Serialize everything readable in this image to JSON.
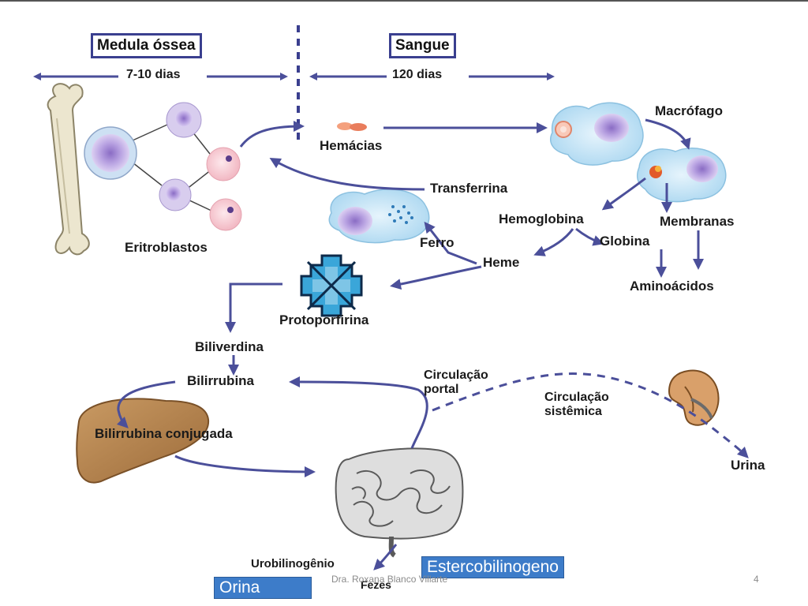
{
  "diagram": {
    "compartments": {
      "marrow": "Medula óssea",
      "blood": "Sangue",
      "marrow_duration": "7-10 dias",
      "blood_duration": "120 dias"
    },
    "labels": {
      "erythroblasts": "Eritroblastos",
      "red_cells": "Hemácias",
      "macrophage": "Macrófago",
      "transferrin": "Transferrina",
      "hemoglobin": "Hemoglobina",
      "membranes": "Membranas",
      "iron": "Ferro",
      "globin": "Globina",
      "heme": "Heme",
      "amino_acids": "Aminoácidos",
      "protoporphyrin": "Protoporfirina",
      "biliverdin": "Biliverdina",
      "bilirubin": "Bilirrubina",
      "portal_circulation_1": "Circulação",
      "portal_circulation_2": "portal",
      "systemic_circulation_1": "Circulação",
      "systemic_circulation_2": "sistêmica",
      "conjugated_bilirubin": "Bilirrubina conjugada",
      "urine": "Urina",
      "urobilinogen": "Urobilinogênio",
      "feces": "Fezes"
    },
    "overlays": {
      "stercobilinogen": "Estercobilinogeno",
      "urine_es": "Orina"
    },
    "colors": {
      "arrow": "#4b4f9a",
      "cell_purple": "#c9b6e6",
      "cell_pink": "#f6cfd6",
      "macrophage_blue": "#cfe7f6",
      "heme_blue": "#3aa6d9",
      "liver": "#b8834e",
      "bone": "#ece6cf",
      "highlight_box": "#3d7cc9"
    }
  },
  "footer": {
    "author": "Dra. Roxana Blanco Villarte",
    "page": "4"
  }
}
